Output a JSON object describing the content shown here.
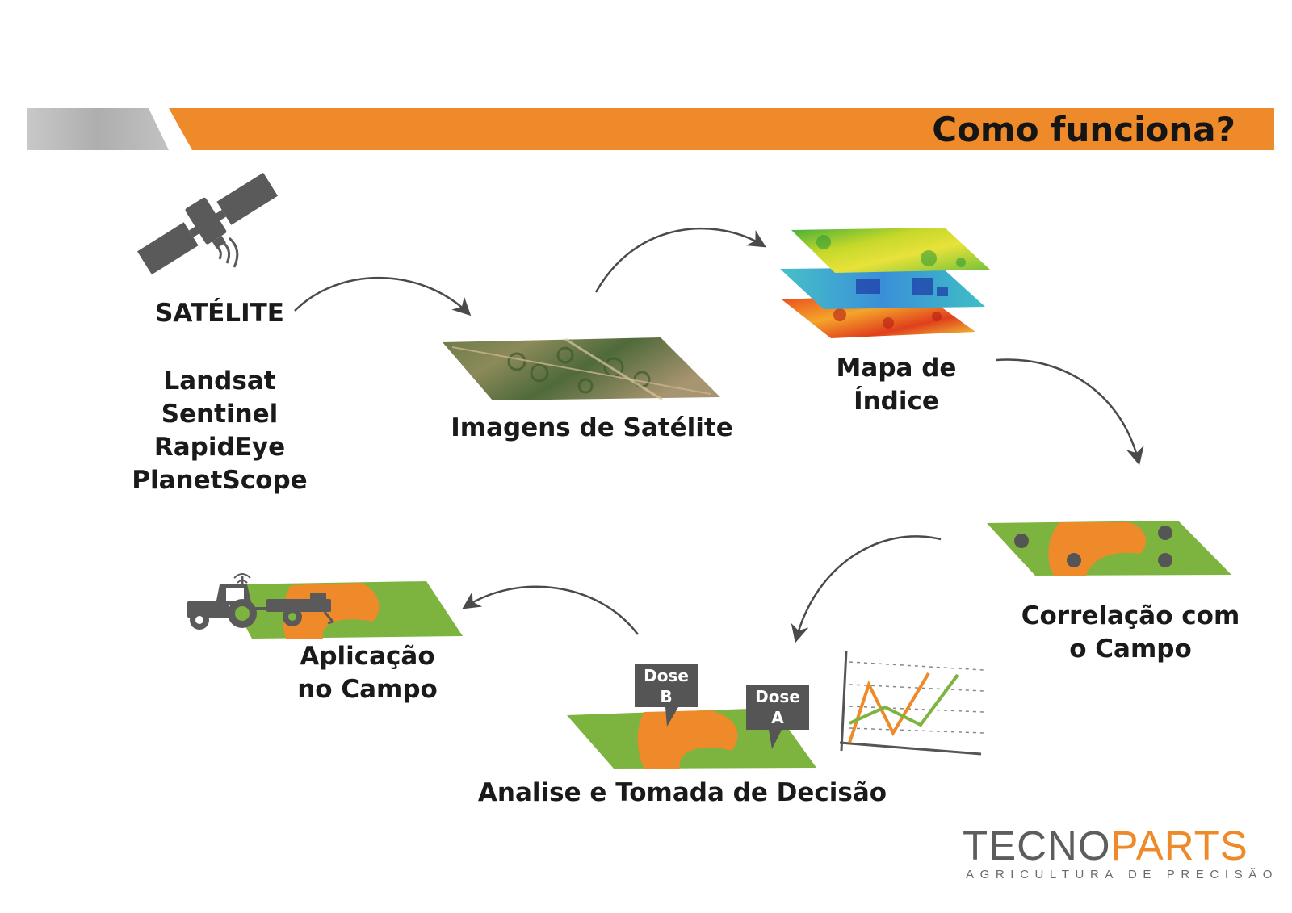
{
  "header": {
    "title": "Como funciona?"
  },
  "steps": {
    "satellite": {
      "label": "SATÉLITE",
      "sources": [
        "Landsat",
        "Sentinel",
        "RapidEye",
        "PlanetScope"
      ]
    },
    "images": {
      "label": "Imagens de Satélite"
    },
    "index_map": {
      "line1": "Mapa de",
      "line2": "Índice"
    },
    "correlation": {
      "line1": "Correlação com",
      "line2": "o Campo"
    },
    "analysis": {
      "label": "Analise e Tomada de Decisão",
      "dose_b": [
        "Dose",
        "B"
      ],
      "dose_a": [
        "Dose",
        "A"
      ]
    },
    "application": {
      "line1": "Aplicação",
      "line2": "no Campo"
    }
  },
  "brand": {
    "name_part1": "TECNO",
    "name_part2": "PARTS",
    "tagline": "AGRICULTURA DE PRECISÃO"
  },
  "colors": {
    "accent_orange": "#ef8a2a",
    "field_green": "#7cb43f",
    "marker_gray": "#555555",
    "icon_gray": "#5a5a5a"
  },
  "icons": [
    "satellite-icon",
    "satellite-image-icon",
    "index-map-layers-icon",
    "correlation-field-icon",
    "decision-field-icon",
    "line-chart-icon",
    "tractor-icon",
    "flow-arrow-icon"
  ]
}
